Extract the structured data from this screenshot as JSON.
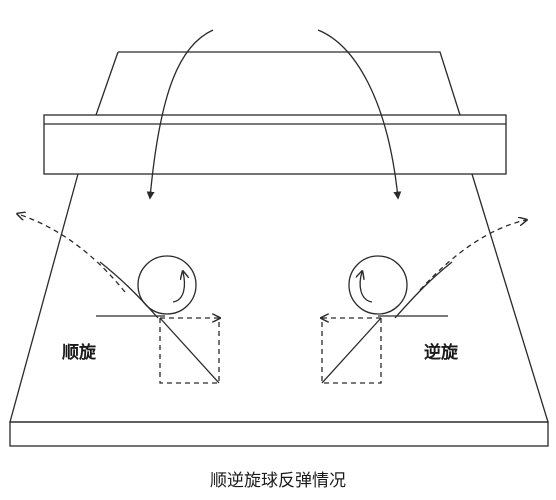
{
  "labels": {
    "left_spin": "顺旋",
    "right_spin": "逆旋",
    "caption": "顺逆旋球反弹情况"
  },
  "colors": {
    "background": "#ffffff",
    "ink": "#2a2a2a"
  }
}
